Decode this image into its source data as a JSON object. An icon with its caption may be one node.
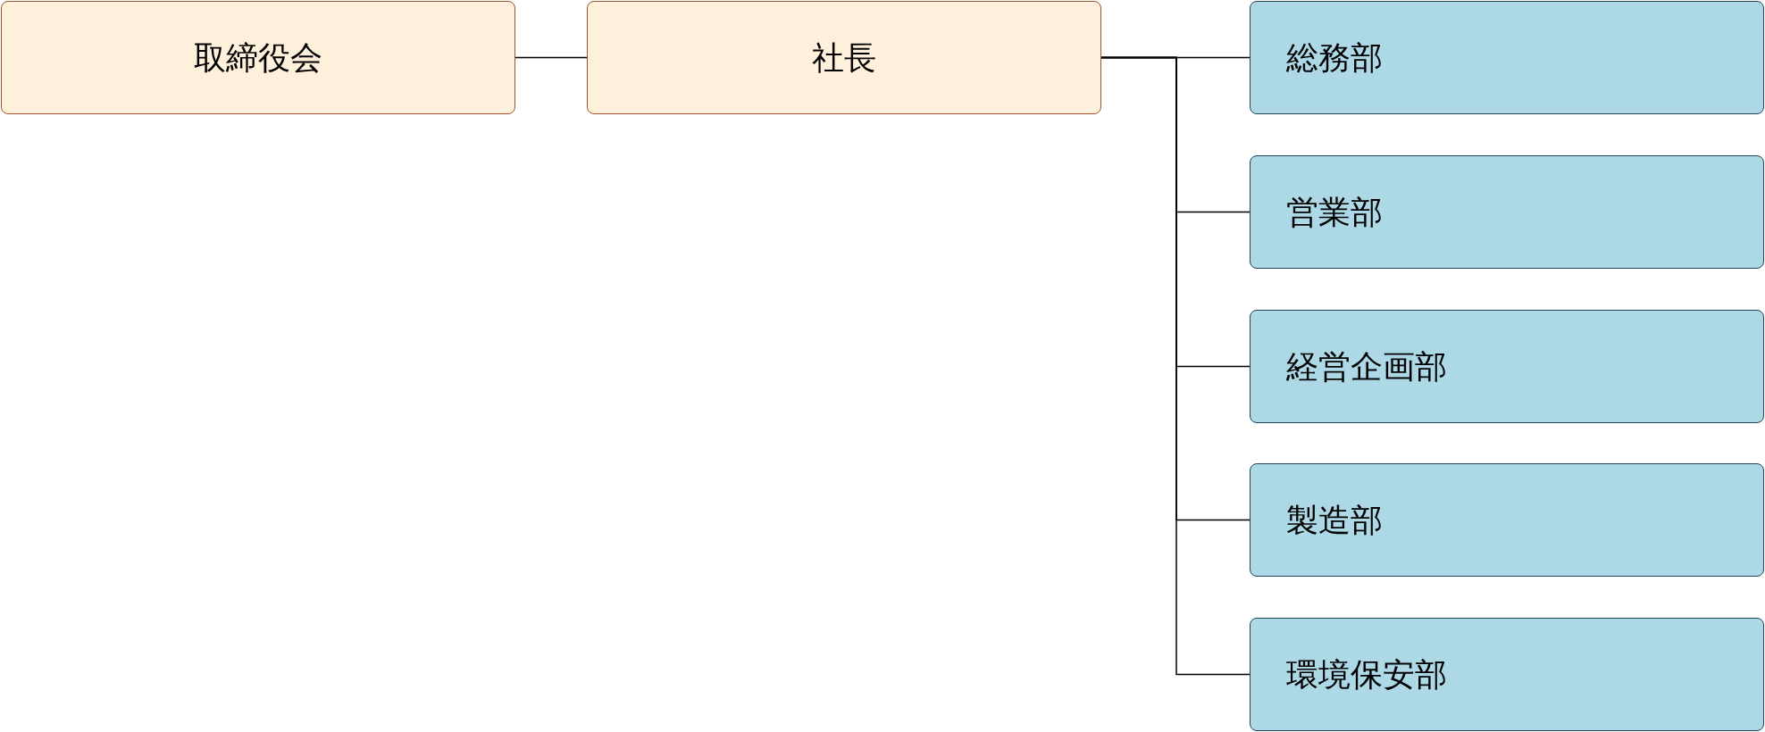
{
  "diagram": {
    "nodes": [
      {
        "text": [
          "取締役会"
        ]
      },
      {
        "text": [
          "社長"
        ]
      },
      {
        "text": [
          "総務部"
        ]
      },
      {
        "text": [
          "営業部"
        ]
      },
      {
        "text": [
          "経営企画部"
        ]
      },
      {
        "text": [
          "製造部"
        ]
      },
      {
        "text": [
          "環境保安部"
        ]
      }
    ],
    "edges": [
      {
        "from": 0,
        "to": 1,
        "arrow": "none"
      },
      {
        "from": 1,
        "to": 2,
        "arrow": "none"
      },
      {
        "from": 1,
        "to": 3,
        "arrow": "none"
      },
      {
        "from": 1,
        "to": 4,
        "arrow": "none"
      },
      {
        "from": 1,
        "to": 5,
        "arrow": "none"
      },
      {
        "from": 1,
        "to": 6,
        "arrow": "none"
      }
    ]
  }
}
